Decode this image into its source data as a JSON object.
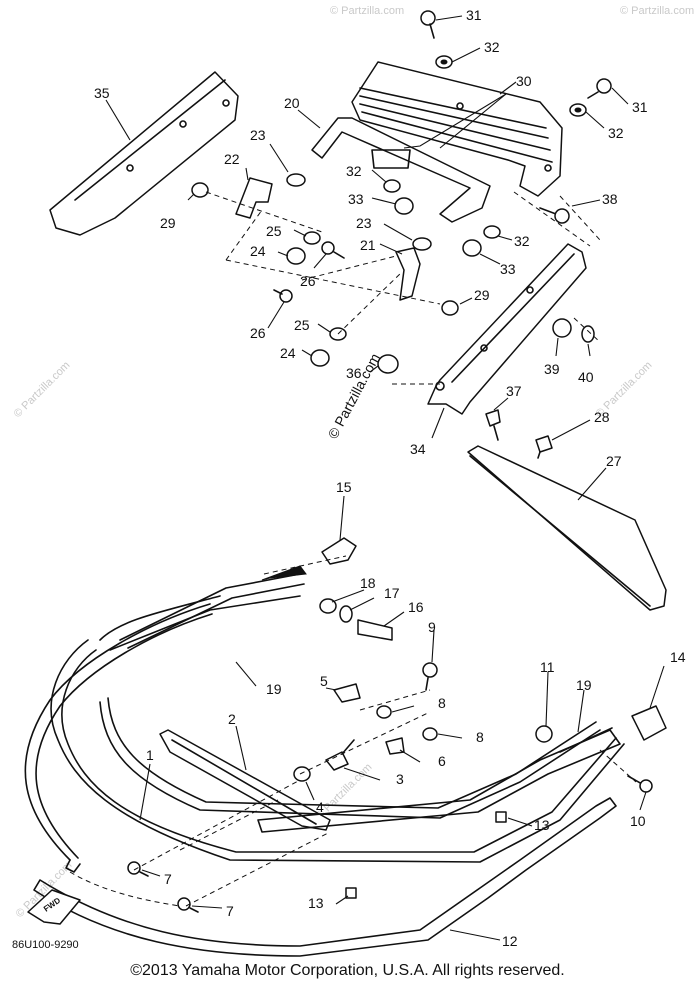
{
  "diagram": {
    "code": "86U100-9290",
    "fwd_label": "FWD",
    "watermark_main": "© Partzilla.com",
    "watermark_side": "© Partzilla.com",
    "copyright": "©2013 Yamaha Motor Corporation, U.S.A. All rights reserved.",
    "callouts": [
      {
        "id": "c31a",
        "label": "31"
      },
      {
        "id": "c32a",
        "label": "32"
      },
      {
        "id": "c30",
        "label": "30"
      },
      {
        "id": "c35",
        "label": "35"
      },
      {
        "id": "c20",
        "label": "20"
      },
      {
        "id": "c31b",
        "label": "31"
      },
      {
        "id": "c32b",
        "label": "32"
      },
      {
        "id": "c23a",
        "label": "23"
      },
      {
        "id": "c22",
        "label": "22"
      },
      {
        "id": "c32c",
        "label": "32"
      },
      {
        "id": "c33a",
        "label": "33"
      },
      {
        "id": "c38",
        "label": "38"
      },
      {
        "id": "c29a",
        "label": "29"
      },
      {
        "id": "c25a",
        "label": "25"
      },
      {
        "id": "c23b",
        "label": "23"
      },
      {
        "id": "c32d",
        "label": "32"
      },
      {
        "id": "c24a",
        "label": "24"
      },
      {
        "id": "c21",
        "label": "21"
      },
      {
        "id": "c26a",
        "label": "26"
      },
      {
        "id": "c33b",
        "label": "33"
      },
      {
        "id": "c29b",
        "label": "29"
      },
      {
        "id": "c26b",
        "label": "26"
      },
      {
        "id": "c25b",
        "label": "25"
      },
      {
        "id": "c24b",
        "label": "24"
      },
      {
        "id": "c39",
        "label": "39"
      },
      {
        "id": "c40",
        "label": "40"
      },
      {
        "id": "c36",
        "label": "36"
      },
      {
        "id": "c37",
        "label": "37"
      },
      {
        "id": "c28",
        "label": "28"
      },
      {
        "id": "c34",
        "label": "34"
      },
      {
        "id": "c27",
        "label": "27"
      },
      {
        "id": "c15",
        "label": "15"
      },
      {
        "id": "c18",
        "label": "18"
      },
      {
        "id": "c17",
        "label": "17"
      },
      {
        "id": "c16",
        "label": "16"
      },
      {
        "id": "c9",
        "label": "9"
      },
      {
        "id": "c19a",
        "label": "19"
      },
      {
        "id": "c5",
        "label": "5"
      },
      {
        "id": "c8a",
        "label": "8"
      },
      {
        "id": "c11",
        "label": "11"
      },
      {
        "id": "c19b",
        "label": "19"
      },
      {
        "id": "c14",
        "label": "14"
      },
      {
        "id": "c2",
        "label": "2"
      },
      {
        "id": "c8b",
        "label": "8"
      },
      {
        "id": "c6",
        "label": "6"
      },
      {
        "id": "c3",
        "label": "3"
      },
      {
        "id": "c1",
        "label": "1"
      },
      {
        "id": "c4",
        "label": "4"
      },
      {
        "id": "c10",
        "label": "10"
      },
      {
        "id": "c13a",
        "label": "13"
      },
      {
        "id": "c7a",
        "label": "7"
      },
      {
        "id": "c13b",
        "label": "13"
      },
      {
        "id": "c7b",
        "label": "7"
      },
      {
        "id": "c12",
        "label": "12"
      }
    ]
  }
}
